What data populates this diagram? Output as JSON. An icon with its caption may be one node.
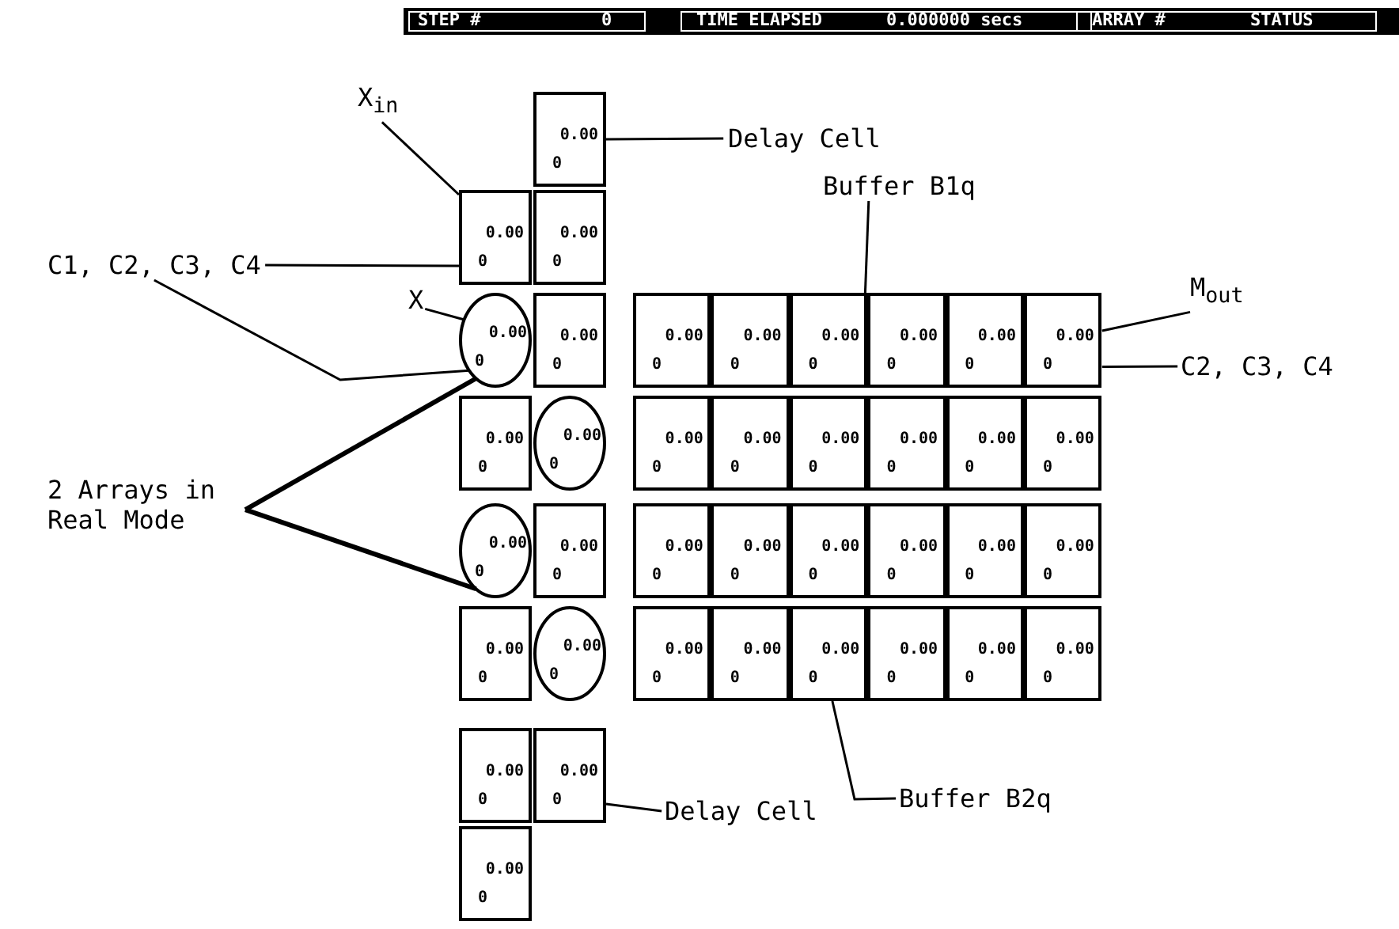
{
  "diagram": {
    "nodes": [
      {
        "text": [
          "0.00",
          "0"
        ]
      },
      {
        "text": [
          "Delay Cell"
        ]
      },
      {
        "text": [
          "X$_{in}$"
        ]
      },
      {
        "text": [
          "0.00",
          "0"
        ]
      },
      {
        "text": [
          "0.00",
          "0"
        ]
      },
      {
        "text": [
          "C1, C2, C3, C4"
        ]
      },
      {
        "text": [
          "X"
        ]
      },
      {
        "text": [
          "Buffer B1q"
        ]
      },
      {
        "text": [
          "M$_{out}$"
        ]
      },
      {
        "text": [
          "0.00",
          "0"
        ]
      },
      {
        "text": [
          "0.00",
          "0"
        ]
      },
      {
        "text": [
          "0.00",
          "0"
        ]
      },
      {
        "text": [
          "0.00",
          "0"
        ]
      },
      {
        "text": [
          "0.00",
          "0"
        ]
      },
      {
        "text": [
          "0.00",
          "0"
        ]
      },
      {
        "text": [
          "0.00",
          "0"
        ]
      },
      {
        "text": [
          "0.00",
          "0"
        ]
      },
      {
        "text": [
          "C2, C3, C4"
        ]
      },
      {
        "text": [
          "0.00",
          "0"
        ]
      },
      {
        "text": [
          "0.00",
          "0"
        ]
      },
      {
        "text": [
          "0.00",
          "0"
        ]
      },
      {
        "text": [
          "0.00",
          "0"
        ]
      },
      {
        "text": [
          "0.00",
          "0"
        ]
      },
      {
        "text": [
          "0.00",
          "0"
        ]
      },
      {
        "text": [
          "0.00",
          "0"
        ]
      },
      {
        "text": [
          "0.00",
          "0"
        ]
      },
      {
        "text": [
          "2 Arrays in Real Mode"
        ]
      },
      {
        "text": [
          "0.00",
          "0"
        ]
      },
      {
        "text": [
          "0.00",
          "0"
        ]
      },
      {
        "text": [
          "0.00",
          "0"
        ]
      },
      {
        "text": [
          "0.00",
          "0"
        ]
      },
      {
        "text": [
          "0.00",
          "0"
        ]
      },
      {
        "text": [
          "0.00",
          "0"
        ]
      },
      {
        "text": [
          "0.00",
          "0"
        ]
      },
      {
        "text": [
          "0.00",
          "0"
        ]
      },
      {
        "text": [
          "0.00",
          "0"
        ]
      },
      {
        "text": [
          "0.00",
          "0"
        ]
      },
      {
        "text": [
          "0.00",
          "0"
        ]
      },
      {
        "text": [
          "0.00",
          "0"
        ]
      },
      {
        "text": [
          "0.00",
          "0"
        ]
      },
      {
        "text": [
          "0.00",
          "0"
        ]
      },
      {
        "text": [
          "0.00",
          "0"
        ]
      },
      {
        "text": [
          "0.00",
          "0"
        ]
      },
      {
        "text": [
          "Buffer B2q"
        ]
      },
      {
        "text": [
          "0.00",
          "0"
        ]
      },
      {
        "text": [
          "0.00",
          "0"
        ]
      },
      {
        "text": [
          "Delay Cell"
        ]
      },
      {
        "text": [
          "0.00",
          "0"
        ]
      }
    ],
    "edges": [
      {
        "from": 1,
        "to": 0,
        "arrow": "none"
      },
      {
        "from": 2,
        "to": 3,
        "arrow": "none"
      },
      {
        "from": 5,
        "to": 3,
        "arrow": "none"
      },
      {
        "from": 5,
        "to": 9,
        "arrow": "none"
      },
      {
        "from": 6,
        "to": 9,
        "arrow": "none"
      },
      {
        "from": 7,
        "to": 13,
        "arrow": "none"
      },
      {
        "from": 8,
        "to": 16,
        "arrow": "none"
      },
      {
        "from": 17,
        "to": 16,
        "arrow": "none"
      },
      {
        "from": 26,
        "to": 9,
        "arrow": "none",
        "style": "thick"
      },
      {
        "from": 26,
        "to": 27,
        "arrow": "none",
        "style": "thick"
      },
      {
        "from": 43,
        "to": 39,
        "arrow": "none"
      },
      {
        "from": 46,
        "to": 45,
        "arrow": "none"
      }
    ],
    "labels": [
      "STEP #",
      "0",
      "TIME ELAPSED",
      "0.000000 secs",
      "ARRAY #",
      "STATUS"
    ]
  }
}
